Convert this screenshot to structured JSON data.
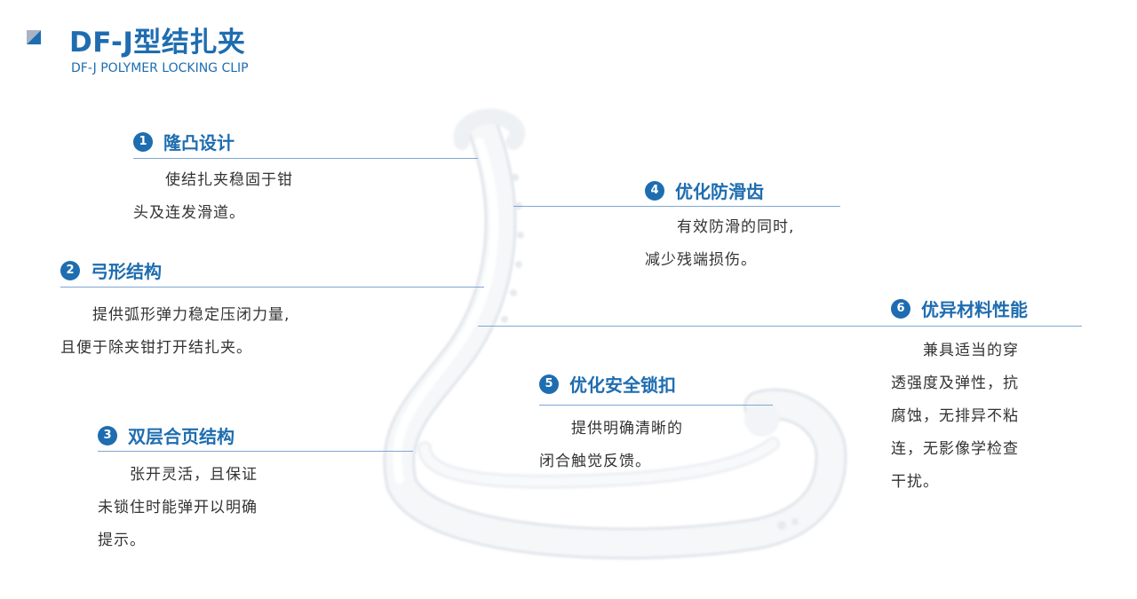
{
  "header": {
    "title": "DF-J型结扎夹",
    "subtitle": "DF-J POLYMER LOCKING CLIP"
  },
  "colors": {
    "accent": "#1e6db0",
    "line": "#7fa6d2",
    "text": "#333333"
  },
  "features": [
    {
      "num": "1",
      "title": "隆凸设计",
      "desc": "　　使结扎夹稳固于钳\n头及连发滑道。"
    },
    {
      "num": "2",
      "title": "弓形结构",
      "desc": "　　提供弧形弹力稳定压闭力量,\n且便于除夹钳打开结扎夹。"
    },
    {
      "num": "3",
      "title": "双层合页结构",
      "desc": "　　张开灵活，且保证\n未锁住时能弹开以明确\n提示。"
    },
    {
      "num": "4",
      "title": "优化防滑齿",
      "desc": "　　有效防滑的同时,\n减少残端损伤。"
    },
    {
      "num": "5",
      "title": "优化安全锁扣",
      "desc": "　　提供明确清晰的\n闭合触觉反馈。"
    },
    {
      "num": "6",
      "title": "优异材料性能",
      "desc": "　　兼具适当的穿\n透强度及弹性，抗\n腐蚀，无排异不粘\n连，无影像学检查\n干扰。"
    }
  ]
}
